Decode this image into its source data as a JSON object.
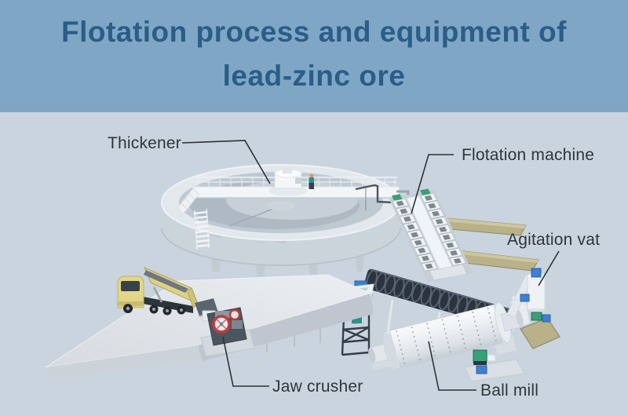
{
  "banner": {
    "title_line1": "Flotation process and equipment of",
    "title_line2": "lead-zinc ore"
  },
  "labels": {
    "thickener": "Thickener",
    "flotation_machine": "Flotation machine",
    "agitation_vat": "Agitation vat",
    "jaw_crusher": "Jaw crusher",
    "ball_mill": "Ball mill"
  },
  "colors": {
    "banner_bg": "#7fa7c5",
    "title_text": "#2a5d87",
    "scene_bg": "#cad4de",
    "label_text": "#2e363c",
    "walkway_tan": "#b9b188",
    "truck_yellow": "#e2d788",
    "flywheel_red": "#c13a3a",
    "motor_green": "#37a077",
    "motor_blue": "#3f7fd0"
  }
}
